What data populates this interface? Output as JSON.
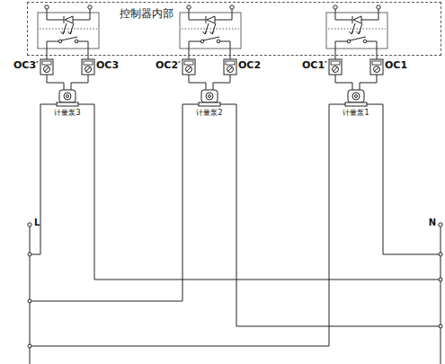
{
  "diagram": {
    "nodes": [
      {
        "text": [
          "控制器内部"
        ]
      },
      {
        "text": [
          "计量泵3"
        ]
      },
      {
        "text": [
          "计量泵2"
        ]
      },
      {
        "text": [
          "计量泵1"
        ]
      }
    ],
    "labels": [
      "OC3′",
      "OC3",
      "OC2′",
      "OC2",
      "OC1′",
      "OC1",
      "L",
      "N"
    ]
  }
}
